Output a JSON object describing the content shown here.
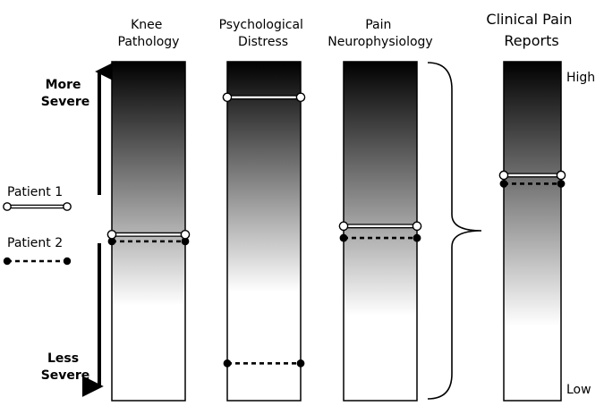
{
  "columns": [
    {
      "id": "knee",
      "title_lines": [
        "Knee",
        "Pathology"
      ],
      "patient1_level": 0.49,
      "patient2_level": 0.47
    },
    {
      "id": "distress",
      "title_lines": [
        "Psychological",
        "Distress"
      ],
      "patient1_level": 0.895,
      "patient2_level": 0.11
    },
    {
      "id": "neuro",
      "title_lines": [
        "Pain",
        "Neurophysiology"
      ],
      "patient1_level": 0.515,
      "patient2_level": 0.48
    },
    {
      "id": "clinical",
      "title_lines": [
        "Clinical Pain",
        "Reports"
      ],
      "patient1_level": 0.665,
      "patient2_level": 0.64
    }
  ],
  "axis": {
    "top_lines": [
      "More",
      "Severe"
    ],
    "bottom_lines": [
      "Less",
      "Severe"
    ]
  },
  "scale": {
    "high": "High",
    "low": "Low"
  },
  "legend": [
    {
      "label": "Patient 1",
      "style": "solid-white-line-open-circles"
    },
    {
      "label": "Patient 2",
      "style": "dashed-black-line-filled-circles"
    }
  ],
  "colors": {
    "bar_dark": "#000000",
    "bar_light": "#ffffff",
    "patient1": "#ffffff",
    "patient2": "#000000"
  }
}
